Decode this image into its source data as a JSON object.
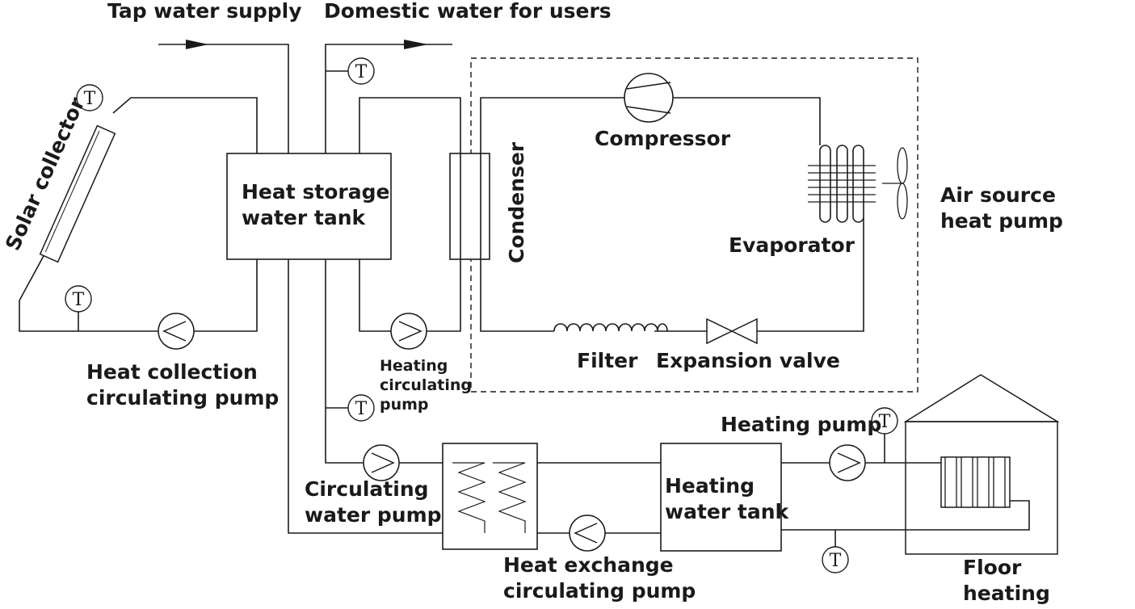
{
  "labels": {
    "tap_water_supply": "Tap water supply",
    "domestic_water": "Domestic water for users",
    "solar_collector": "Solar collector",
    "heat_storage_line1": "Heat storage",
    "heat_storage_line2": "water tank",
    "condenser": "Condenser",
    "compressor": "Compressor",
    "evaporator": "Evaporator",
    "air_source_line1": "Air source",
    "air_source_line2": "heat pump",
    "heat_collection_line1": "Heat collection",
    "heat_collection_line2": "circulating pump",
    "heating_circ_line1": "Heating",
    "heating_circ_line2": "circulating",
    "heating_circ_line3": "pump",
    "filter": "Filter",
    "expansion_valve": "Expansion valve",
    "heating_pump": "Heating pump",
    "circulating_water_line1": "Circulating",
    "circulating_water_line2": "water pump",
    "heating_tank_line1": "Heating",
    "heating_tank_line2": "water tank",
    "heat_exchange_line1": "Heat exchange",
    "heat_exchange_line2": "circulating pump",
    "floor_heating_line1": "Floor",
    "floor_heating_line2": "heating"
  },
  "temperature_symbol": "T",
  "colors": {
    "line": "#1a1a1a",
    "background": "#ffffff"
  }
}
